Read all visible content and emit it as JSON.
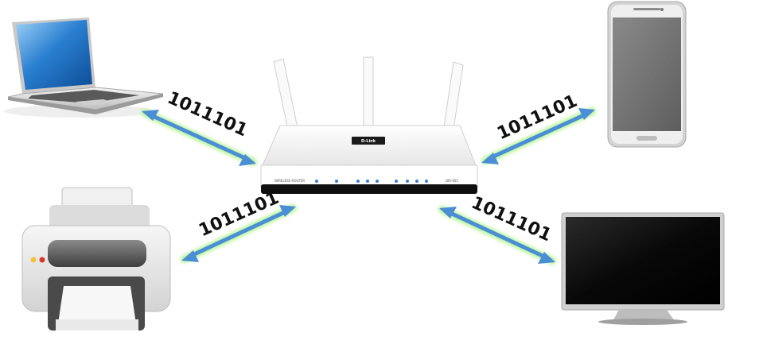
{
  "links": [
    {
      "id": "laptop",
      "label": "1011101"
    },
    {
      "id": "printer",
      "label": "1011101"
    },
    {
      "id": "phone",
      "label": "1011101"
    },
    {
      "id": "tv",
      "label": "1011101"
    }
  ],
  "router": {
    "brand": "D-Link"
  },
  "colors": {
    "arrow": "#4a8fd6",
    "glow": "#b9f59a"
  }
}
